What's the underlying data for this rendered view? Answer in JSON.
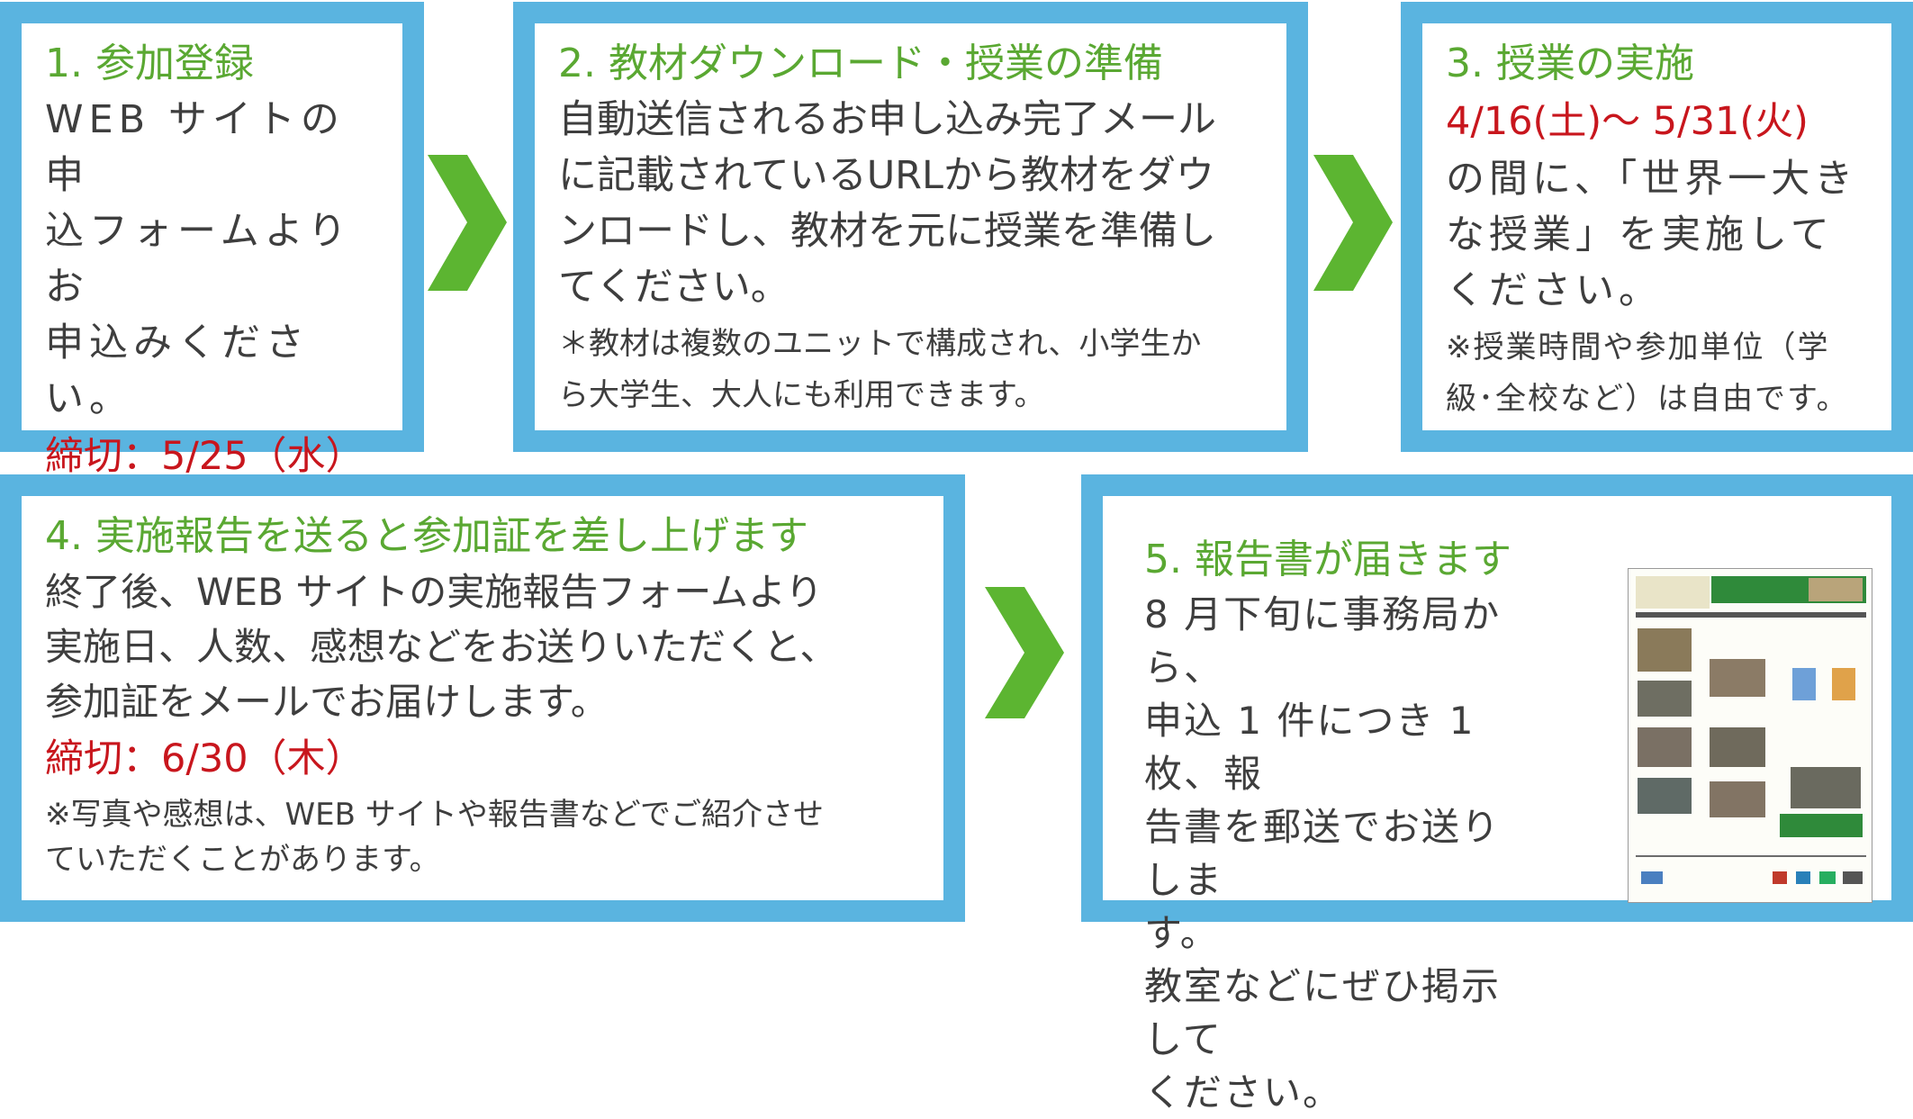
{
  "steps": [
    {
      "title": "1. 参加登録",
      "body": "WEB サイトの申\n込フォームよりお\n申込みください。",
      "deadline": "締切：5/25（水）"
    },
    {
      "title": "2. 教材ダウンロード・授業の準備",
      "body": "自動送信されるお申し込み完了メール\nに記載されているURLから教材をダウ\nンロードし、教材を元に授業を準備し\nてください。",
      "note": "＊教材は複数のユニットで構成され、小学生か\nら大学生、大人にも利用できます。"
    },
    {
      "title": "3. 授業の実施",
      "period": "4/16(土)～ 5/31(火)",
      "body": "の間に、「世界一大き\nな授業」を実施して\nください。",
      "note": "※授業時間や参加単位（学\n級･全校など）は自由です。"
    },
    {
      "title": "4. 実施報告を送ると参加証を差し上げます",
      "body": "終了後、WEB サイトの実施報告フォームより\n実施日、人数、感想などをお送りいただくと、\n参加証をメールでお届けします。",
      "deadline": "締切：6/30（木）",
      "note": "※写真や感想は、WEB サイトや報告書などでご紹介させ\nていただくことがあります。"
    },
    {
      "title": "5. 報告書が届きます",
      "body": "8 月下旬に事務局から、\n申込 1 件につき 1 枚、報\n告書を郵送でお送りしま\nす。\n教室などにぜひ掲示して\nください。"
    }
  ],
  "colors": {
    "card_border": "#5ab4e0",
    "title_green": "#5aa832",
    "arrow_green": "#5cb531",
    "deadline_red": "#c8161d",
    "body_text": "#3e3e3e"
  },
  "icons": [
    "chevron-right-icon",
    "report-thumbnail-image"
  ]
}
